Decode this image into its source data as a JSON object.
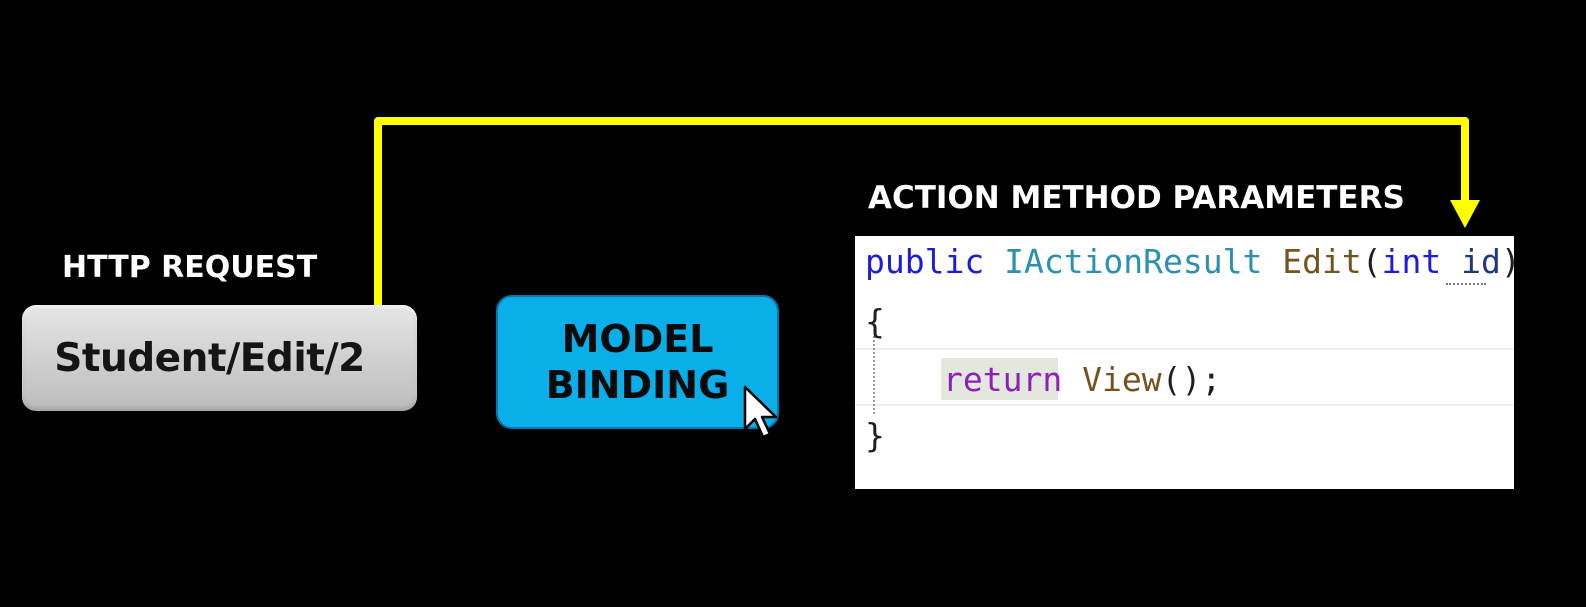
{
  "labels": {
    "http_request": "HTTP REQUEST",
    "action_method_parameters": "ACTION METHOD PARAMETERS"
  },
  "request": {
    "url": "Student/Edit/2"
  },
  "binding": {
    "line1": "MODEL",
    "line2": "BINDING"
  },
  "code": {
    "line1": {
      "public": "public",
      "type": "IActionResult",
      "method": "Edit",
      "open_paren": "(",
      "int": "int",
      "param": "id",
      "close_paren": ")"
    },
    "line2": "{",
    "line3": {
      "return": "return",
      "method": "View",
      "rest": "();"
    },
    "line4": "}"
  },
  "colors": {
    "background": "#000000",
    "connector": "#ffff00",
    "binding_box": "#0aaee8",
    "request_box": "#d4d4d4",
    "code_panel": "#ffffff"
  },
  "icons": {
    "cursor": "mouse-pointer-icon"
  }
}
